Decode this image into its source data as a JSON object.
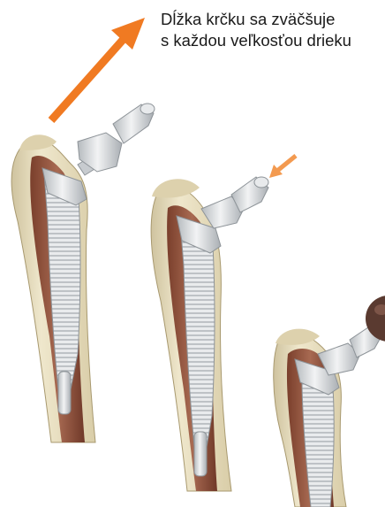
{
  "caption": {
    "line1": "Dĺžka krčku sa zväčšuje",
    "line2": "s každou veľkosťou drieku"
  },
  "colors": {
    "arrow": "#f07a22",
    "bone": "#e6dcbc",
    "marrow": "#9b5a42",
    "metal": "#d6d9dc"
  },
  "illustration": {
    "implants": [
      {
        "name": "implant-small"
      },
      {
        "name": "implant-medium"
      },
      {
        "name": "implant-large"
      }
    ],
    "arrows": [
      {
        "name": "large-growth-arrow"
      },
      {
        "name": "small-pointer-arrow"
      }
    ]
  }
}
